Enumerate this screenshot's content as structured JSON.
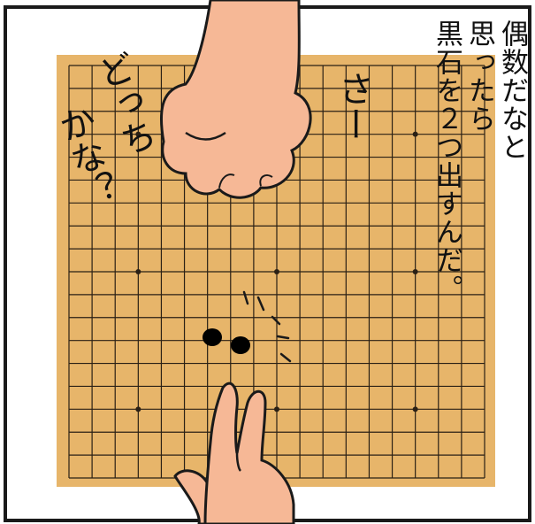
{
  "panel": {
    "narration": [
      "偶数だなと",
      "思ったら",
      "黒石を２つ出すんだ。"
    ],
    "speech_sa": "さー",
    "thought": [
      "どっち",
      "かな？"
    ]
  },
  "board": {
    "lines": 19,
    "color": "#e7b56a",
    "star_points": 9
  },
  "stones": {
    "count": 2,
    "color": "#000000"
  },
  "hands": [
    {
      "name": "fist-hand",
      "skin": "#f6b896"
    },
    {
      "name": "peace-sign-hand",
      "skin": "#f6b896"
    }
  ]
}
